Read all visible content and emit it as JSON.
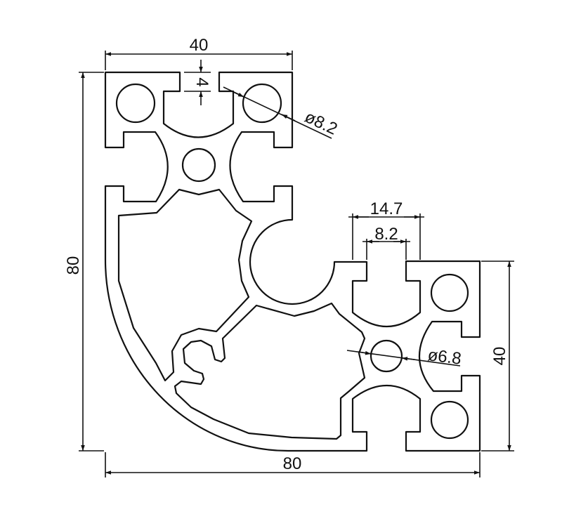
{
  "drawing": {
    "title": "80x80 quarter-round corner aluminium profile",
    "dimensions": {
      "top_width": "40",
      "slot_depth": "4",
      "top_bore_diameter": "ø8.2",
      "left_height": "80",
      "bottom_width": "80",
      "right_height": "40",
      "slot_outer_width": "14.7",
      "slot_opening_width": "8.2",
      "center_bore_diameter": "ø6.8"
    },
    "line_color": "#111111",
    "background": "#ffffff"
  }
}
